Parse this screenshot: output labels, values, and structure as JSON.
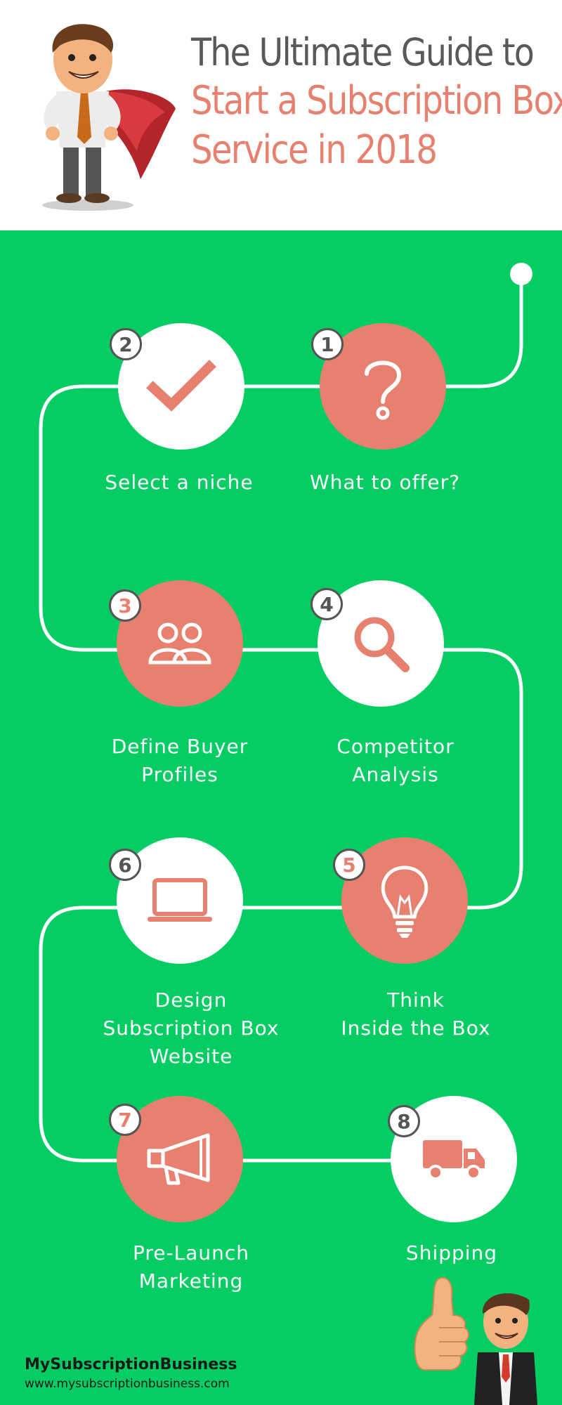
{
  "header": {
    "title_line1": "The Ultimate Guide to",
    "title_line2": "Start a Subscription Box",
    "title_line3": "Service in 2018"
  },
  "steps": [
    {
      "number": "1",
      "label_lines": [
        "What to offer?"
      ],
      "icon": "question-mark-icon"
    },
    {
      "number": "2",
      "label_lines": [
        "Select a niche"
      ],
      "icon": "checkmark-icon"
    },
    {
      "number": "3",
      "label_lines": [
        "Define Buyer",
        "Profiles"
      ],
      "icon": "users-icon"
    },
    {
      "number": "4",
      "label_lines": [
        "Competitor",
        "Analysis"
      ],
      "icon": "magnifier-icon"
    },
    {
      "number": "5",
      "label_lines": [
        "Think",
        "Inside the Box"
      ],
      "icon": "lightbulb-icon"
    },
    {
      "number": "6",
      "label_lines": [
        "Design",
        "Subscription Box",
        "Website"
      ],
      "icon": "laptop-icon"
    },
    {
      "number": "7",
      "label_lines": [
        "Pre-Launch",
        "Marketing"
      ],
      "icon": "megaphone-icon"
    },
    {
      "number": "8",
      "label_lines": [
        "Shipping"
      ],
      "icon": "delivery-truck-icon"
    }
  ],
  "footer": {
    "brand": "MySubscriptionBusiness",
    "url": "www.mysubscriptionbusiness.com"
  },
  "colors": {
    "green": "#05cd64",
    "coral": "#e8806f",
    "gray_title": "#58595b",
    "white": "#ffffff"
  }
}
